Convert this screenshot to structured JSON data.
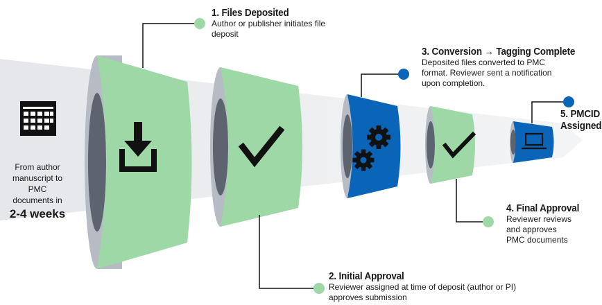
{
  "intro": {
    "line1": "From author",
    "line2": "manuscript to",
    "line3": "PMC",
    "line4": "documents in",
    "duration": "2-4 weeks"
  },
  "steps": [
    {
      "title": "1. Files Deposited",
      "desc1": "Author or publisher initiates file",
      "desc2": "deposit",
      "icon": "download-icon",
      "color": "#9ed8a6"
    },
    {
      "title": "2. Initial Approval",
      "desc1": "Reviewer assigned at time of deposit (author or PI)",
      "desc2": "approves submission",
      "icon": "checkmark-icon",
      "color": "#9ed8a6"
    },
    {
      "title": "3. Conversion → Tagging Complete",
      "desc1": "Deposited files converted to PMC",
      "desc2": "format. Reviewer sent a notification",
      "desc3": "upon completion.",
      "icon": "gears-icon",
      "color": "#0a64b8"
    },
    {
      "title": "4. Final Approval",
      "desc1": "Reviewer reviews",
      "desc2": "and approves",
      "desc3": "PMC documents",
      "icon": "checkmark-icon",
      "color": "#9ed8a6"
    },
    {
      "title1": "5. PMCID",
      "title2": "Assigned",
      "icon": "laptop-icon",
      "color": "#0a64b8"
    }
  ],
  "colors": {
    "green": "#9ed8a6",
    "blue": "#0a64b8",
    "rim": "#5e6370",
    "rim_light": "#b7bcc4"
  }
}
